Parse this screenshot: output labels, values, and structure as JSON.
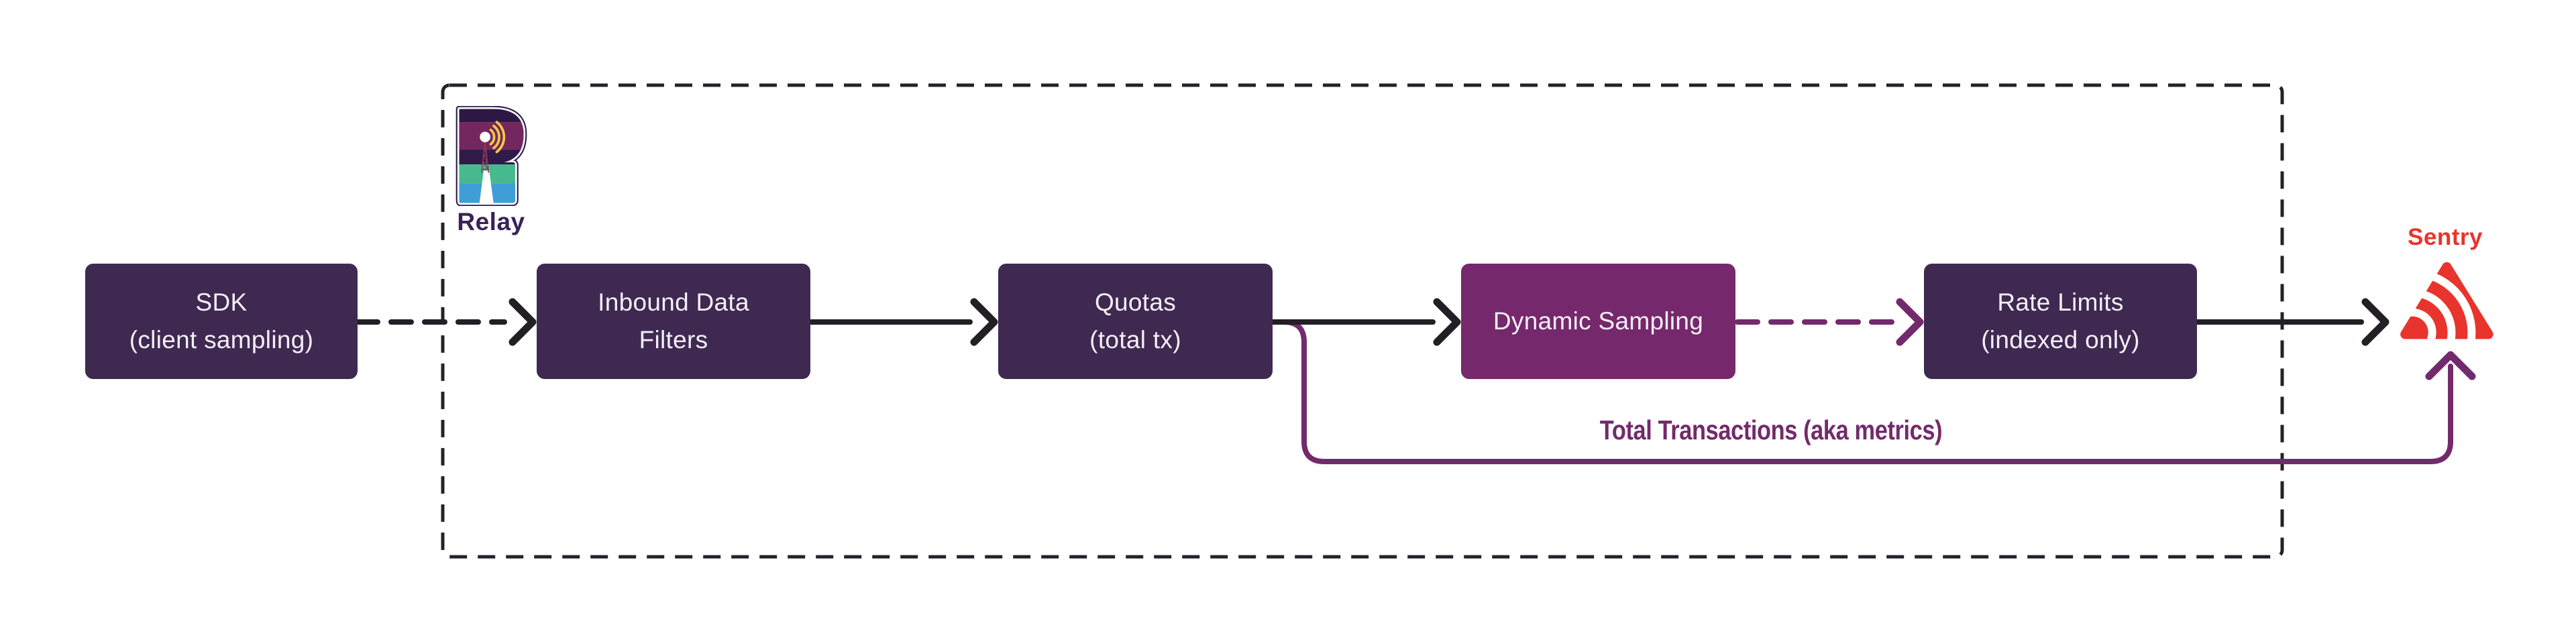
{
  "nodes": [
    {
      "id": "sdk",
      "lines": [
        "SDK",
        "(client sampling)"
      ]
    },
    {
      "id": "inbound-data-filters",
      "lines": [
        "Inbound Data",
        "Filters"
      ]
    },
    {
      "id": "quotas",
      "lines": [
        "Quotas",
        "(total tx)"
      ]
    },
    {
      "id": "dynamic-sampling",
      "lines": [
        "Dynamic Sampling"
      ]
    },
    {
      "id": "rate-limits",
      "lines": [
        "Rate Limits",
        "(indexed only)"
      ]
    }
  ],
  "labels": {
    "relay": "Relay",
    "sentry": "Sentry",
    "total_transactions": "Total Transactions (aka metrics)"
  },
  "icons": {
    "relay_logo": "relay-logo",
    "sentry_logo": "sentry-logo"
  },
  "colors": {
    "node_dark": "#3F2951",
    "node_magenta": "#76286D",
    "accent_purple": "#732A6C",
    "arrow_black": "#231F26",
    "border_dark": "#25212B",
    "sentry_red": "#E8342C",
    "relay_wordmark": "#3A2258",
    "background": "#FFFFFF"
  }
}
